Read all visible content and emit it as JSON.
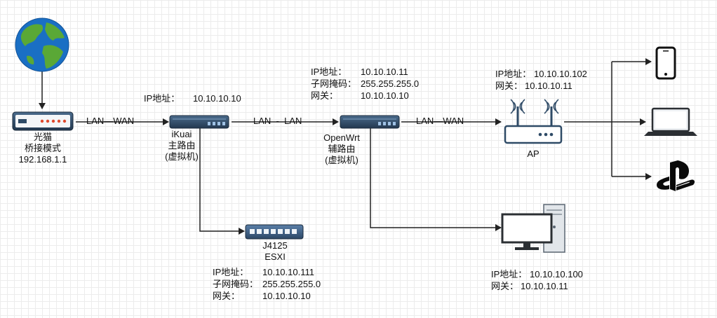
{
  "nodes": {
    "modem": {
      "lines": [
        "光猫",
        "桥接模式",
        "192.168.1.1"
      ]
    },
    "ikuai": {
      "ip_key": "IP地址：",
      "ip": "10.10.10.10",
      "lines": [
        "iKuai",
        "主路由",
        "(虚拟机)"
      ]
    },
    "openwrt": {
      "ip_key": "IP地址：",
      "ip": "10.10.10.11",
      "mask_key": "子网掩码：",
      "mask": "255.255.255.0",
      "gw_key": "网关：",
      "gw": "10.10.10.10",
      "lines": [
        "OpenWrt",
        "辅路由",
        "(虚拟机)"
      ]
    },
    "ap": {
      "ip_key": "IP地址：",
      "ip": "10.10.10.102",
      "gw_key": "网关：",
      "gw": "10.10.10.11",
      "label": "AP"
    },
    "esxi": {
      "lines": [
        "J4125",
        "ESXI"
      ],
      "ip_key": "IP地址：",
      "ip": "10.10.10.111",
      "mask_key": "子网掩码：",
      "mask": "255.255.255.0",
      "gw_key": "网关：",
      "gw": "10.10.10.10"
    },
    "pc": {
      "ip_key": "IP地址：",
      "ip": "10.10.10.100",
      "gw_key": "网关：",
      "gw": "10.10.10.11"
    }
  },
  "edges": {
    "modem_ikuai": "LAN—WAN",
    "ikuai_openwrt": "LAN  -  LAN",
    "openwrt_ap": "LAN—WAN"
  },
  "icons": [
    "globe-icon",
    "modem-icon",
    "router-icon",
    "switch-icon",
    "wifi-ap-icon",
    "desktop-pc-icon",
    "phone-icon",
    "laptop-icon",
    "playstation-icon"
  ],
  "colors": {
    "device_blue": "#2e4a66",
    "line": "#222222",
    "globe_ocean": "#1a6fc4",
    "globe_land": "#5aa836"
  }
}
